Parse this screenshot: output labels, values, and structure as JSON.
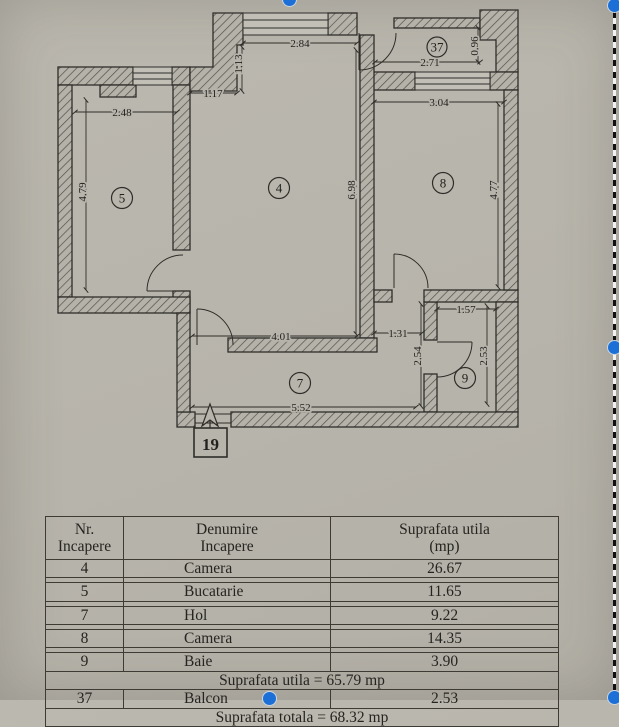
{
  "plan": {
    "rooms": {
      "r4": "4",
      "r5": "5",
      "r7": "7",
      "r8": "8",
      "r9": "9",
      "r37": "37"
    },
    "dims": {
      "d284": "2.84",
      "d113": "1.13",
      "d117": "1.17",
      "d248": "2.48",
      "d479": "4.79",
      "d271": "2.71",
      "d096": "0.96",
      "d304": "3.04",
      "d477": "4.77",
      "d698": "6.98",
      "d401": "4.01",
      "d131": "1.31",
      "d254": "2.54",
      "d157": "1.57",
      "d253": "2.53",
      "d552": "5.52"
    },
    "entrance_label": "19"
  },
  "table": {
    "headers": [
      {
        "line1": "Nr.",
        "line2": "Incapere"
      },
      {
        "line1": "Denumire",
        "line2": "Incapere"
      },
      {
        "line1": "Suprafata utila",
        "line2": "(mp)"
      }
    ],
    "rows": [
      {
        "nr": "4",
        "name": "Camera",
        "area": "26.67"
      },
      {
        "nr": "5",
        "name": "Bucatarie",
        "area": "11.65"
      },
      {
        "nr": "7",
        "name": "Hol",
        "area": "9.22"
      },
      {
        "nr": "8",
        "name": "Camera",
        "area": "14.35"
      },
      {
        "nr": "9",
        "name": "Baie",
        "area": "3.90"
      }
    ],
    "subtotal": "Suprafata utila = 65.79 mp",
    "balcony": {
      "nr": "37",
      "name": "Balcon",
      "area": "2.53"
    },
    "total": "Suprafata totala = 68.32 mp"
  },
  "colors": {
    "paper": "#b7b4ab",
    "ink": "#2f2d29",
    "crop_handle": "#1b6fd6"
  }
}
